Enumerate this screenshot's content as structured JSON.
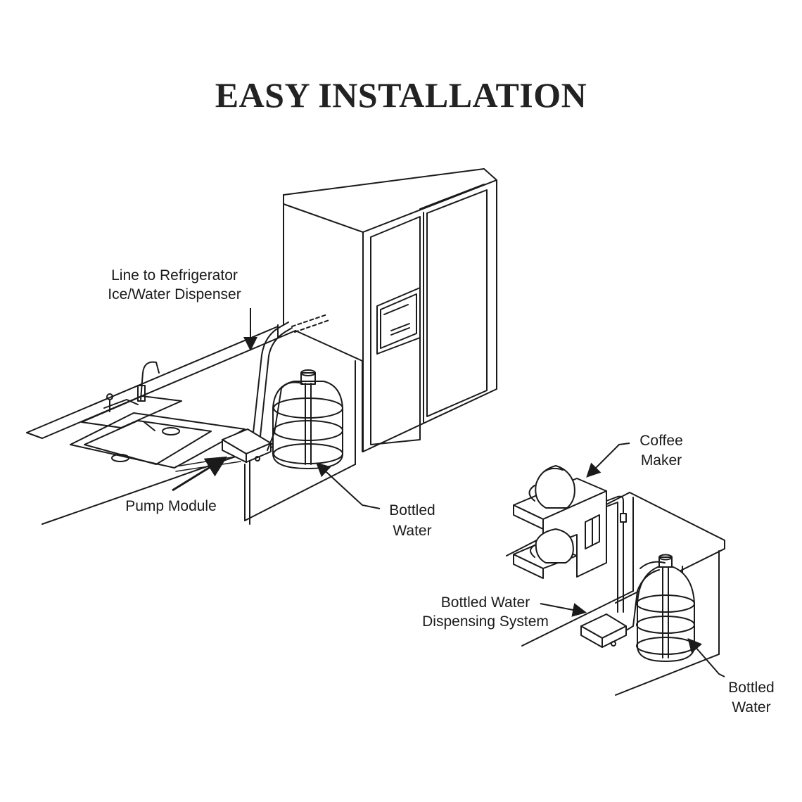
{
  "title": "EASY INSTALLATION",
  "colors": {
    "line": "#1a1a1a",
    "background": "#ffffff"
  },
  "scene_left": {
    "refrigerator_line_label": [
      "Line to Refrigerator",
      "Ice/Water Dispenser"
    ],
    "pump_module_label": "Pump Module",
    "bottled_water_label": [
      "Bottled",
      "Water"
    ]
  },
  "scene_right": {
    "coffee_maker_label": [
      "Coffee",
      "Maker"
    ],
    "dispensing_system_label": [
      "Bottled Water",
      "Dispensing System"
    ],
    "bottled_water_label": [
      "Bottled",
      "Water"
    ]
  }
}
